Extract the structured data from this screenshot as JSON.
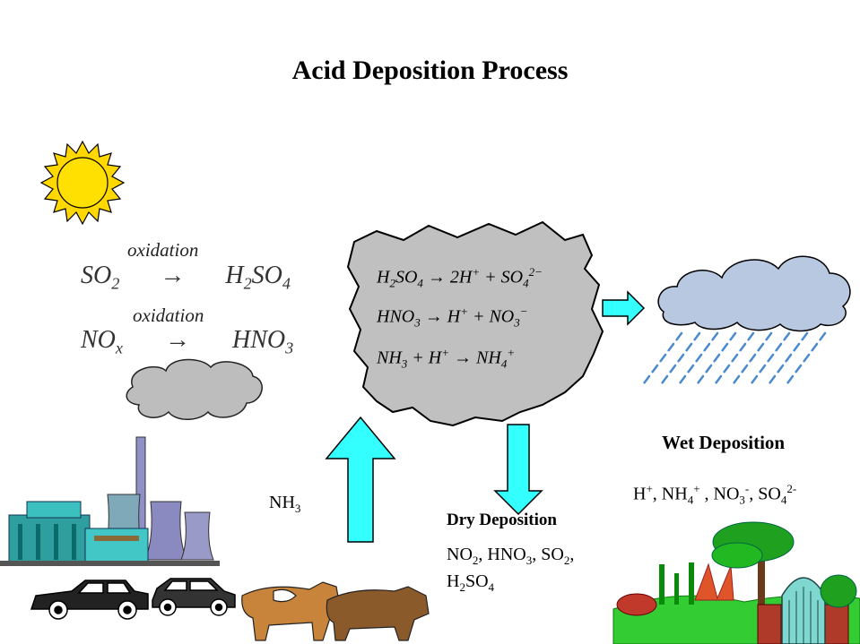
{
  "title": "Acid Deposition Process",
  "oxidation": {
    "label1": "oxidation",
    "label2": "oxidation",
    "arrow": "→",
    "eq1_left": "SO",
    "eq1_left_sub": "2",
    "eq1_right_a": "H",
    "eq1_right_sub1": "2",
    "eq1_right_b": "SO",
    "eq1_right_sub2": "4",
    "eq2_left": "NO",
    "eq2_left_sub": "x",
    "eq2_right": "HNO",
    "eq2_right_sub": "3"
  },
  "cloud_equations": {
    "arrow": "→",
    "plus": "+",
    "eq1": {
      "a": "H",
      "a_sub": "2",
      "b": "SO",
      "b_sub": "4",
      "c": "2H",
      "c_sup": "+",
      "d": "SO",
      "d_sub": "4",
      "d_sup": "2−"
    },
    "eq2": {
      "a": "HNO",
      "a_sub": "3",
      "b": "H",
      "b_sup": "+",
      "c": "NO",
      "c_sub": "3",
      "c_sup": "−"
    },
    "eq3": {
      "a": "NH",
      "a_sub": "3",
      "b": "H",
      "b_sup": "+",
      "c": "NH",
      "c_sub": "4",
      "c_sup": "+"
    }
  },
  "nh3": {
    "text": "NH",
    "sub": "3"
  },
  "dry": {
    "heading": "Dry Deposition",
    "line1": [
      "NO",
      "2",
      ", HNO",
      "3",
      ", SO",
      "2",
      ","
    ],
    "line2": [
      "H",
      "2",
      "SO",
      "4"
    ]
  },
  "wet": {
    "heading": "Wet Deposition",
    "ions": [
      "H",
      "+",
      ", NH",
      "4",
      "+",
      " , NO",
      "3",
      "-",
      ", SO",
      "4",
      "2-"
    ]
  },
  "colors": {
    "arrow_fill": "#33FFFF",
    "cloud_gray": "#C0C0C0",
    "rain_cloud": "#B8C8E0",
    "sun": "#FFD800",
    "grass": "#33CC33"
  },
  "icons": [
    "sun-icon",
    "smoke-cloud-icon",
    "power-plant-icon",
    "car-icon",
    "cow-icon",
    "rain-cloud-icon",
    "garden-icon"
  ]
}
